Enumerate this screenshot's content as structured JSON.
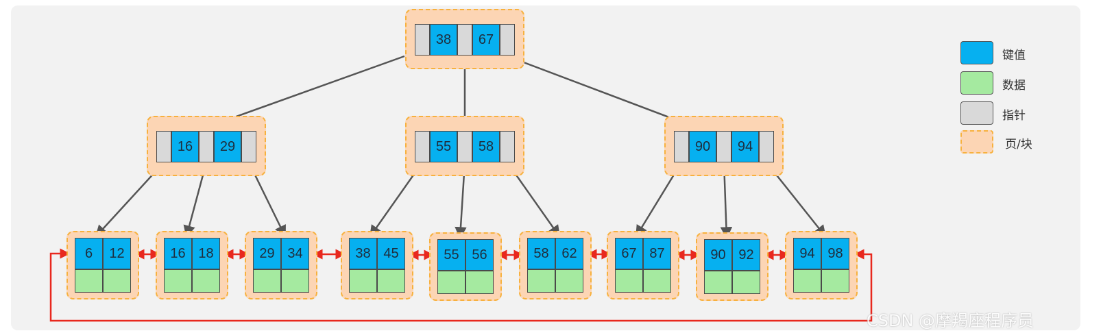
{
  "tree": {
    "root": {
      "keys": [
        "38",
        "67"
      ]
    },
    "internal": [
      {
        "keys": [
          "16",
          "29"
        ]
      },
      {
        "keys": [
          "55",
          "58"
        ]
      },
      {
        "keys": [
          "90",
          "94"
        ]
      }
    ],
    "leaves": [
      {
        "keys": [
          "6",
          "12"
        ]
      },
      {
        "keys": [
          "16",
          "18"
        ]
      },
      {
        "keys": [
          "29",
          "34"
        ]
      },
      {
        "keys": [
          "38",
          "45"
        ]
      },
      {
        "keys": [
          "55",
          "56"
        ]
      },
      {
        "keys": [
          "58",
          "62"
        ]
      },
      {
        "keys": [
          "67",
          "87"
        ]
      },
      {
        "keys": [
          "90",
          "92"
        ]
      },
      {
        "keys": [
          "94",
          "98"
        ]
      }
    ]
  },
  "legend": {
    "items": [
      {
        "label": "键值",
        "color": "#06b0f0"
      },
      {
        "label": "数据",
        "color": "#a5eaa0"
      },
      {
        "label": "指针",
        "color": "#d9d9d9"
      },
      {
        "label": "页/块",
        "color": "#fcd5b4"
      }
    ]
  },
  "colors": {
    "tree_arrow": "#555555",
    "leaf_link": "#e8281e",
    "page_border": "#f7b13e"
  },
  "watermark": "CSDN @摩羯座程序员"
}
